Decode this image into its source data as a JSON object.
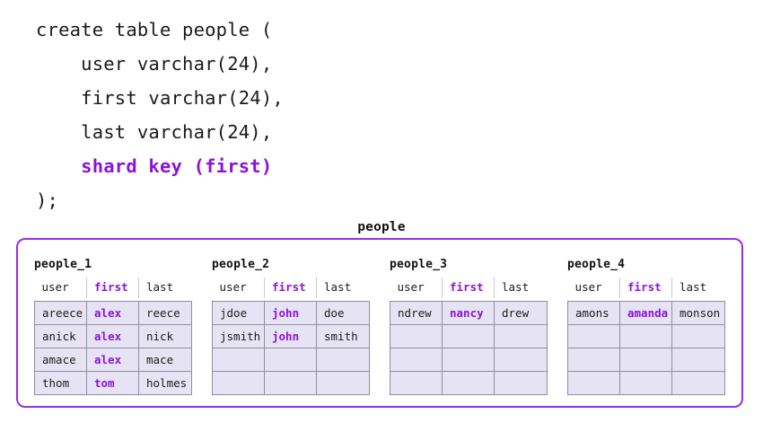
{
  "colors": {
    "accent_purple": "#8B13D8",
    "border_purple": "#9D2BE8",
    "cell_fill": "#E6E4F4",
    "cell_border": "#8F8F99",
    "header_divider": "#C9C9CF",
    "text": "#1A1A1A",
    "background": "#FFFFFF"
  },
  "sql": {
    "lines": [
      {
        "text": "create table people (",
        "highlight": false
      },
      {
        "text": "    user varchar(24),",
        "highlight": false
      },
      {
        "text": "    first varchar(24),",
        "highlight": false
      },
      {
        "text": "    last varchar(24),",
        "highlight": false
      },
      {
        "text": "    shard key (first)",
        "highlight": true
      },
      {
        "text": ");",
        "highlight": false
      }
    ]
  },
  "diagram": {
    "caption": "people",
    "columns": [
      "user",
      "first",
      "last"
    ],
    "shard_key_column": "first",
    "rows_per_shard": 4,
    "shards": [
      {
        "label": "people_1",
        "rows": [
          {
            "user": "areece",
            "first": "alex",
            "last": "reece"
          },
          {
            "user": "anick",
            "first": "alex",
            "last": "nick"
          },
          {
            "user": "amace",
            "first": "alex",
            "last": "mace"
          },
          {
            "user": "thom",
            "first": "tom",
            "last": "holmes"
          }
        ]
      },
      {
        "label": "people_2",
        "rows": [
          {
            "user": "jdoe",
            "first": "john",
            "last": "doe"
          },
          {
            "user": "jsmith",
            "first": "john",
            "last": "smith"
          },
          {
            "user": "",
            "first": "",
            "last": ""
          },
          {
            "user": "",
            "first": "",
            "last": ""
          }
        ]
      },
      {
        "label": "people_3",
        "rows": [
          {
            "user": "ndrew",
            "first": "nancy",
            "last": "drew"
          },
          {
            "user": "",
            "first": "",
            "last": ""
          },
          {
            "user": "",
            "first": "",
            "last": ""
          },
          {
            "user": "",
            "first": "",
            "last": ""
          }
        ]
      },
      {
        "label": "people_4",
        "rows": [
          {
            "user": "amons",
            "first": "amanda",
            "last": "monson"
          },
          {
            "user": "",
            "first": "",
            "last": ""
          },
          {
            "user": "",
            "first": "",
            "last": ""
          },
          {
            "user": "",
            "first": "",
            "last": ""
          }
        ]
      }
    ]
  }
}
